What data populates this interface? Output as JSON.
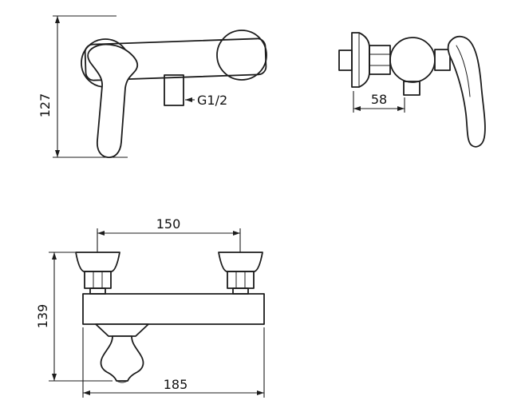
{
  "drawing": {
    "background": "#ffffff",
    "line_color": "#1c1c1c",
    "views": {
      "front": {
        "height_mm": "127",
        "outlet_thread": "G1/2"
      },
      "side": {
        "depth_mm": "58"
      },
      "plan": {
        "mount_spacing_mm": "150",
        "height_mm": "139",
        "width_mm": "185"
      }
    }
  }
}
